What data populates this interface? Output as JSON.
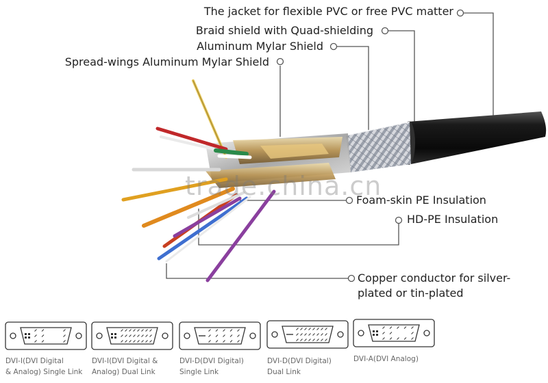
{
  "callouts": {
    "jacket": "The jacket for flexible PVC or free PVC matter",
    "braid": "Braid shield with Quad-shielding",
    "mylar": "Aluminum Mylar Shield",
    "spread_wings": "Spread-wings Aluminum Mylar Shield",
    "foam_skin": "Foam-skin PE Insulation",
    "hdpe": "HD-PE Insulation",
    "copper_line1": "Copper conductor for silver-",
    "copper_line2": "plated or tin-plated"
  },
  "watermark": "trade.china.cn",
  "connectors": [
    {
      "caption": "DVI-I(DVI Digital\n& Analog) Single Link",
      "type": "single"
    },
    {
      "caption": "DVI-I(DVI Digital &\nAnalog) Dual Link",
      "type": "dual"
    },
    {
      "caption": "DVI-D(DVI Digital)\nSingle Link",
      "type": "d-single"
    },
    {
      "caption": "DVI-D(DVI Digital)\nDual Link",
      "type": "d-dual"
    },
    {
      "caption": "DVI-A(DVI Analog)",
      "type": "analog"
    }
  ],
  "colors": {
    "jacket": "#151515",
    "braid": "#c9cbd0",
    "mylar": "#c9a55a",
    "wire_orange": "#e08a1e",
    "wire_purple": "#8a3f9e",
    "wire_red": "#c0282a",
    "wire_green": "#2a8a4a",
    "wire_blue": "#3f6fd0",
    "leader_line": "#555555"
  }
}
